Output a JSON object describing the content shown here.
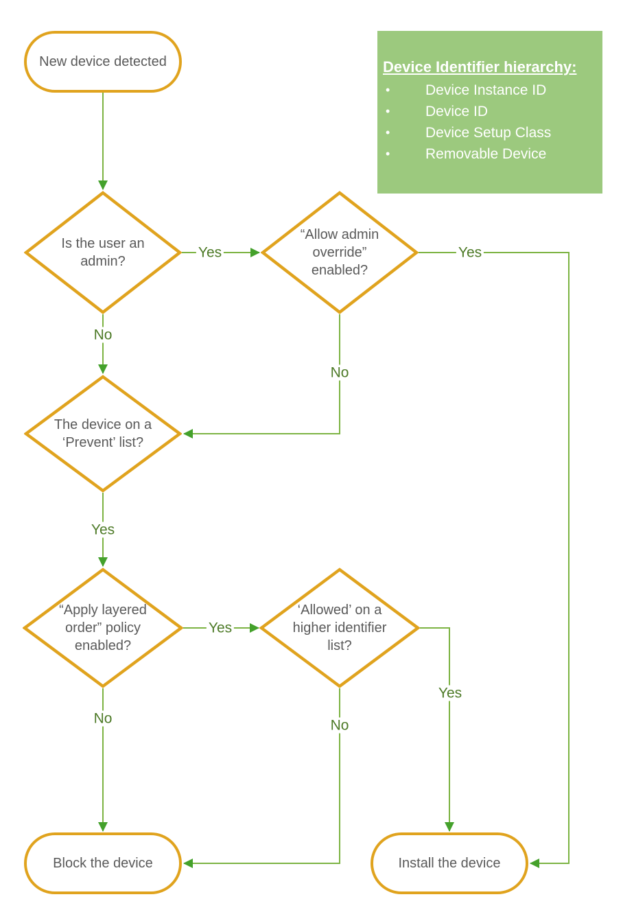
{
  "nodes": {
    "start": {
      "label": "New device detected"
    },
    "admin": {
      "label": "Is the user an admin?"
    },
    "override": {
      "label": "“Allow admin override” enabled?"
    },
    "prevent": {
      "label": "The device on a ‘Prevent’ list?"
    },
    "layered": {
      "label": "“Apply layered order” policy enabled?"
    },
    "allowed": {
      "label": "‘Allowed’ on a higher identifier list?"
    },
    "block": {
      "label": "Block the device"
    },
    "install": {
      "label": "Install the device"
    }
  },
  "edge_labels": {
    "admin_yes": "Yes",
    "admin_no": "No",
    "override_yes": "Yes",
    "override_no": "No",
    "prevent_yes": "Yes",
    "layered_yes": "Yes",
    "layered_no": "No",
    "allowed_yes": "Yes",
    "allowed_no": "No"
  },
  "info_box": {
    "title": "Device Identifier hierarchy:",
    "items": [
      "Device Instance ID",
      "Device ID",
      "Device Setup Class",
      "Removable Device"
    ],
    "bullet": "•"
  },
  "colors": {
    "shape_border": "#E0A31E",
    "connector_line": "#7CB342",
    "arrowhead": "#44A12B",
    "edge_label_text": "#4D7A27",
    "info_box_bg": "#9CC97E",
    "info_box_text": "#FFFFFF",
    "node_text": "#595959"
  }
}
